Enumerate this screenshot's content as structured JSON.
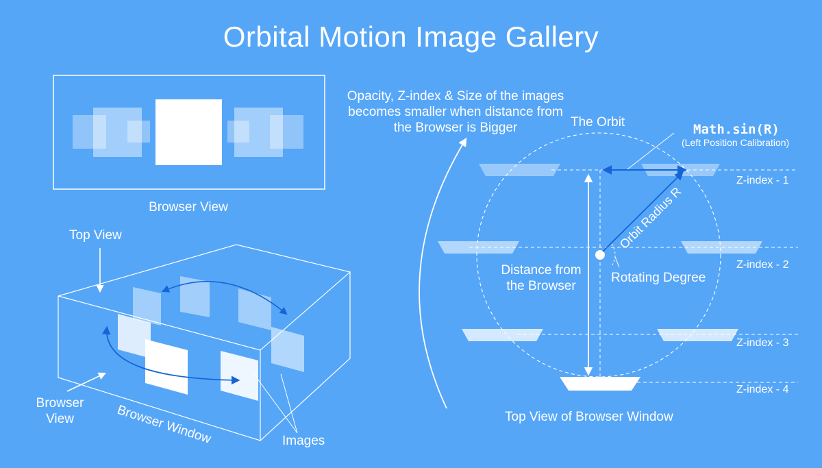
{
  "title": "Orbital Motion Image Gallery",
  "browser_view_label": "Browser View",
  "top_view_label": "Top View",
  "browser_view_side_label": "Browser\nView",
  "browser_window_label": "Browser Window",
  "images_label": "Images",
  "opacity_note": "Opacity, Z-index & Size of the images becomes smaller when distance from the Browser is Bigger",
  "the_orbit_label": "The Orbit",
  "math_sin_label": "Math.sin(R)",
  "math_sin_sub": "(Left Position Calibration)",
  "orbit_radius_label": "Orbit Radius R",
  "distance_label": "Distance from\nthe Browser",
  "rotating_degree_label": "Rotating Degree",
  "top_view_window_label": "Top View of Browser Window",
  "z_index_labels": [
    "Z-index - 1",
    "Z-index - 2",
    "Z-index - 3",
    "Z-index - 4"
  ],
  "colors": {
    "background": "#56a6f8",
    "line": "#ffffff",
    "accent_arrow": "#1565d8"
  }
}
